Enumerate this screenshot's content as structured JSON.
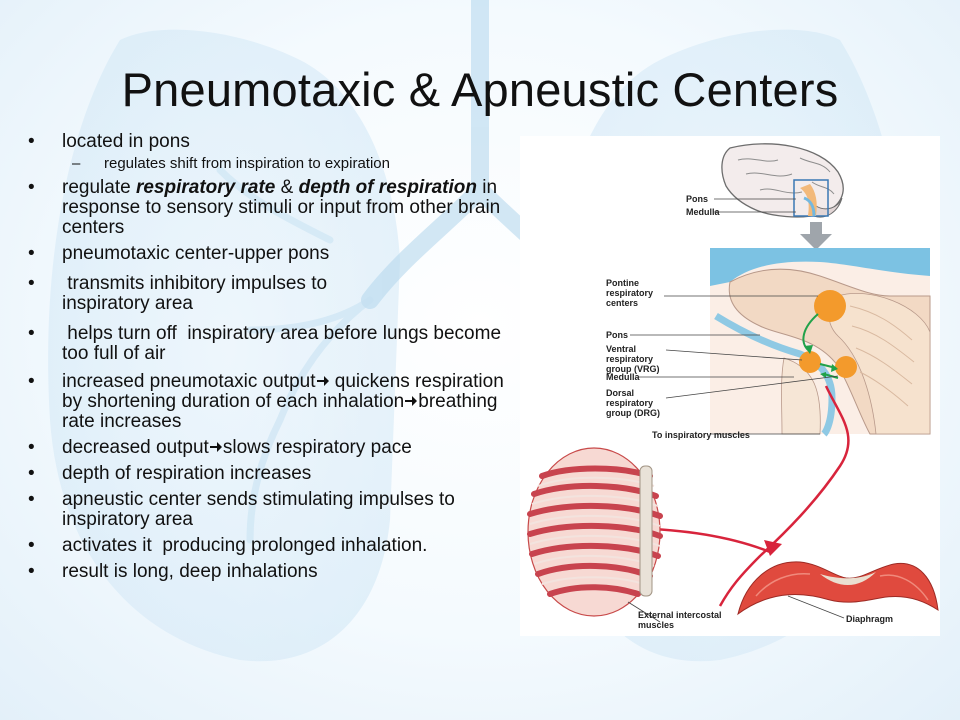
{
  "slide": {
    "title": "Pneumotaxic & Apneustic Centers",
    "bullets": [
      {
        "text": "located in pons"
      },
      {
        "text": "regulates shift from inspiration to expiration"
      },
      {
        "pre": "regulate ",
        "em1": "respiratory rate",
        "mid": " & ",
        "em2": "depth of respiration",
        "post": " in response to sensory stimuli or input from other brain centers"
      },
      {
        "text": "pneumotaxic center-upper pons"
      },
      {
        "text": " transmits inhibitory impulses to inspiratory area"
      },
      {
        "text": " helps turn off  inspiratory area before lungs become too full of air"
      },
      {
        "a": "increased pneumotaxic output",
        "b": " quickens respiration by shortening duration of each inhalation",
        "c": "breathing rate increases"
      },
      {
        "a": "decreased output",
        "b": "slows respiratory pace"
      },
      {
        "text": "depth of respiration increases"
      },
      {
        "text": "apneustic center sends stimulating impulses to inspiratory area"
      },
      {
        "text": "activates it  producing prolonged inhalation."
      },
      {
        "text": "result is long, deep inhalations"
      }
    ]
  },
  "figure": {
    "labels": {
      "pons_top": "Pons",
      "medulla_top": "Medulla",
      "pontine": "Pontine respiratory centers",
      "pons": "Pons",
      "vrg": "Ventral respiratory group (VRG)",
      "medulla": "Medulla",
      "drg": "Dorsal respiratory group (DRG)",
      "to_muscles": "To inspiratory muscles",
      "intercostal": "External intercostal muscles",
      "diaphragm": "Diaphragm"
    },
    "colors": {
      "red_path": "#d8243c",
      "center": "#f39a2c",
      "cortex": "#f2d9c4",
      "ventricle": "#7cc2e3"
    }
  },
  "icons": {
    "bullet": "bullet-dot",
    "sub": "dash",
    "arrow": "arrow-right-icon"
  }
}
